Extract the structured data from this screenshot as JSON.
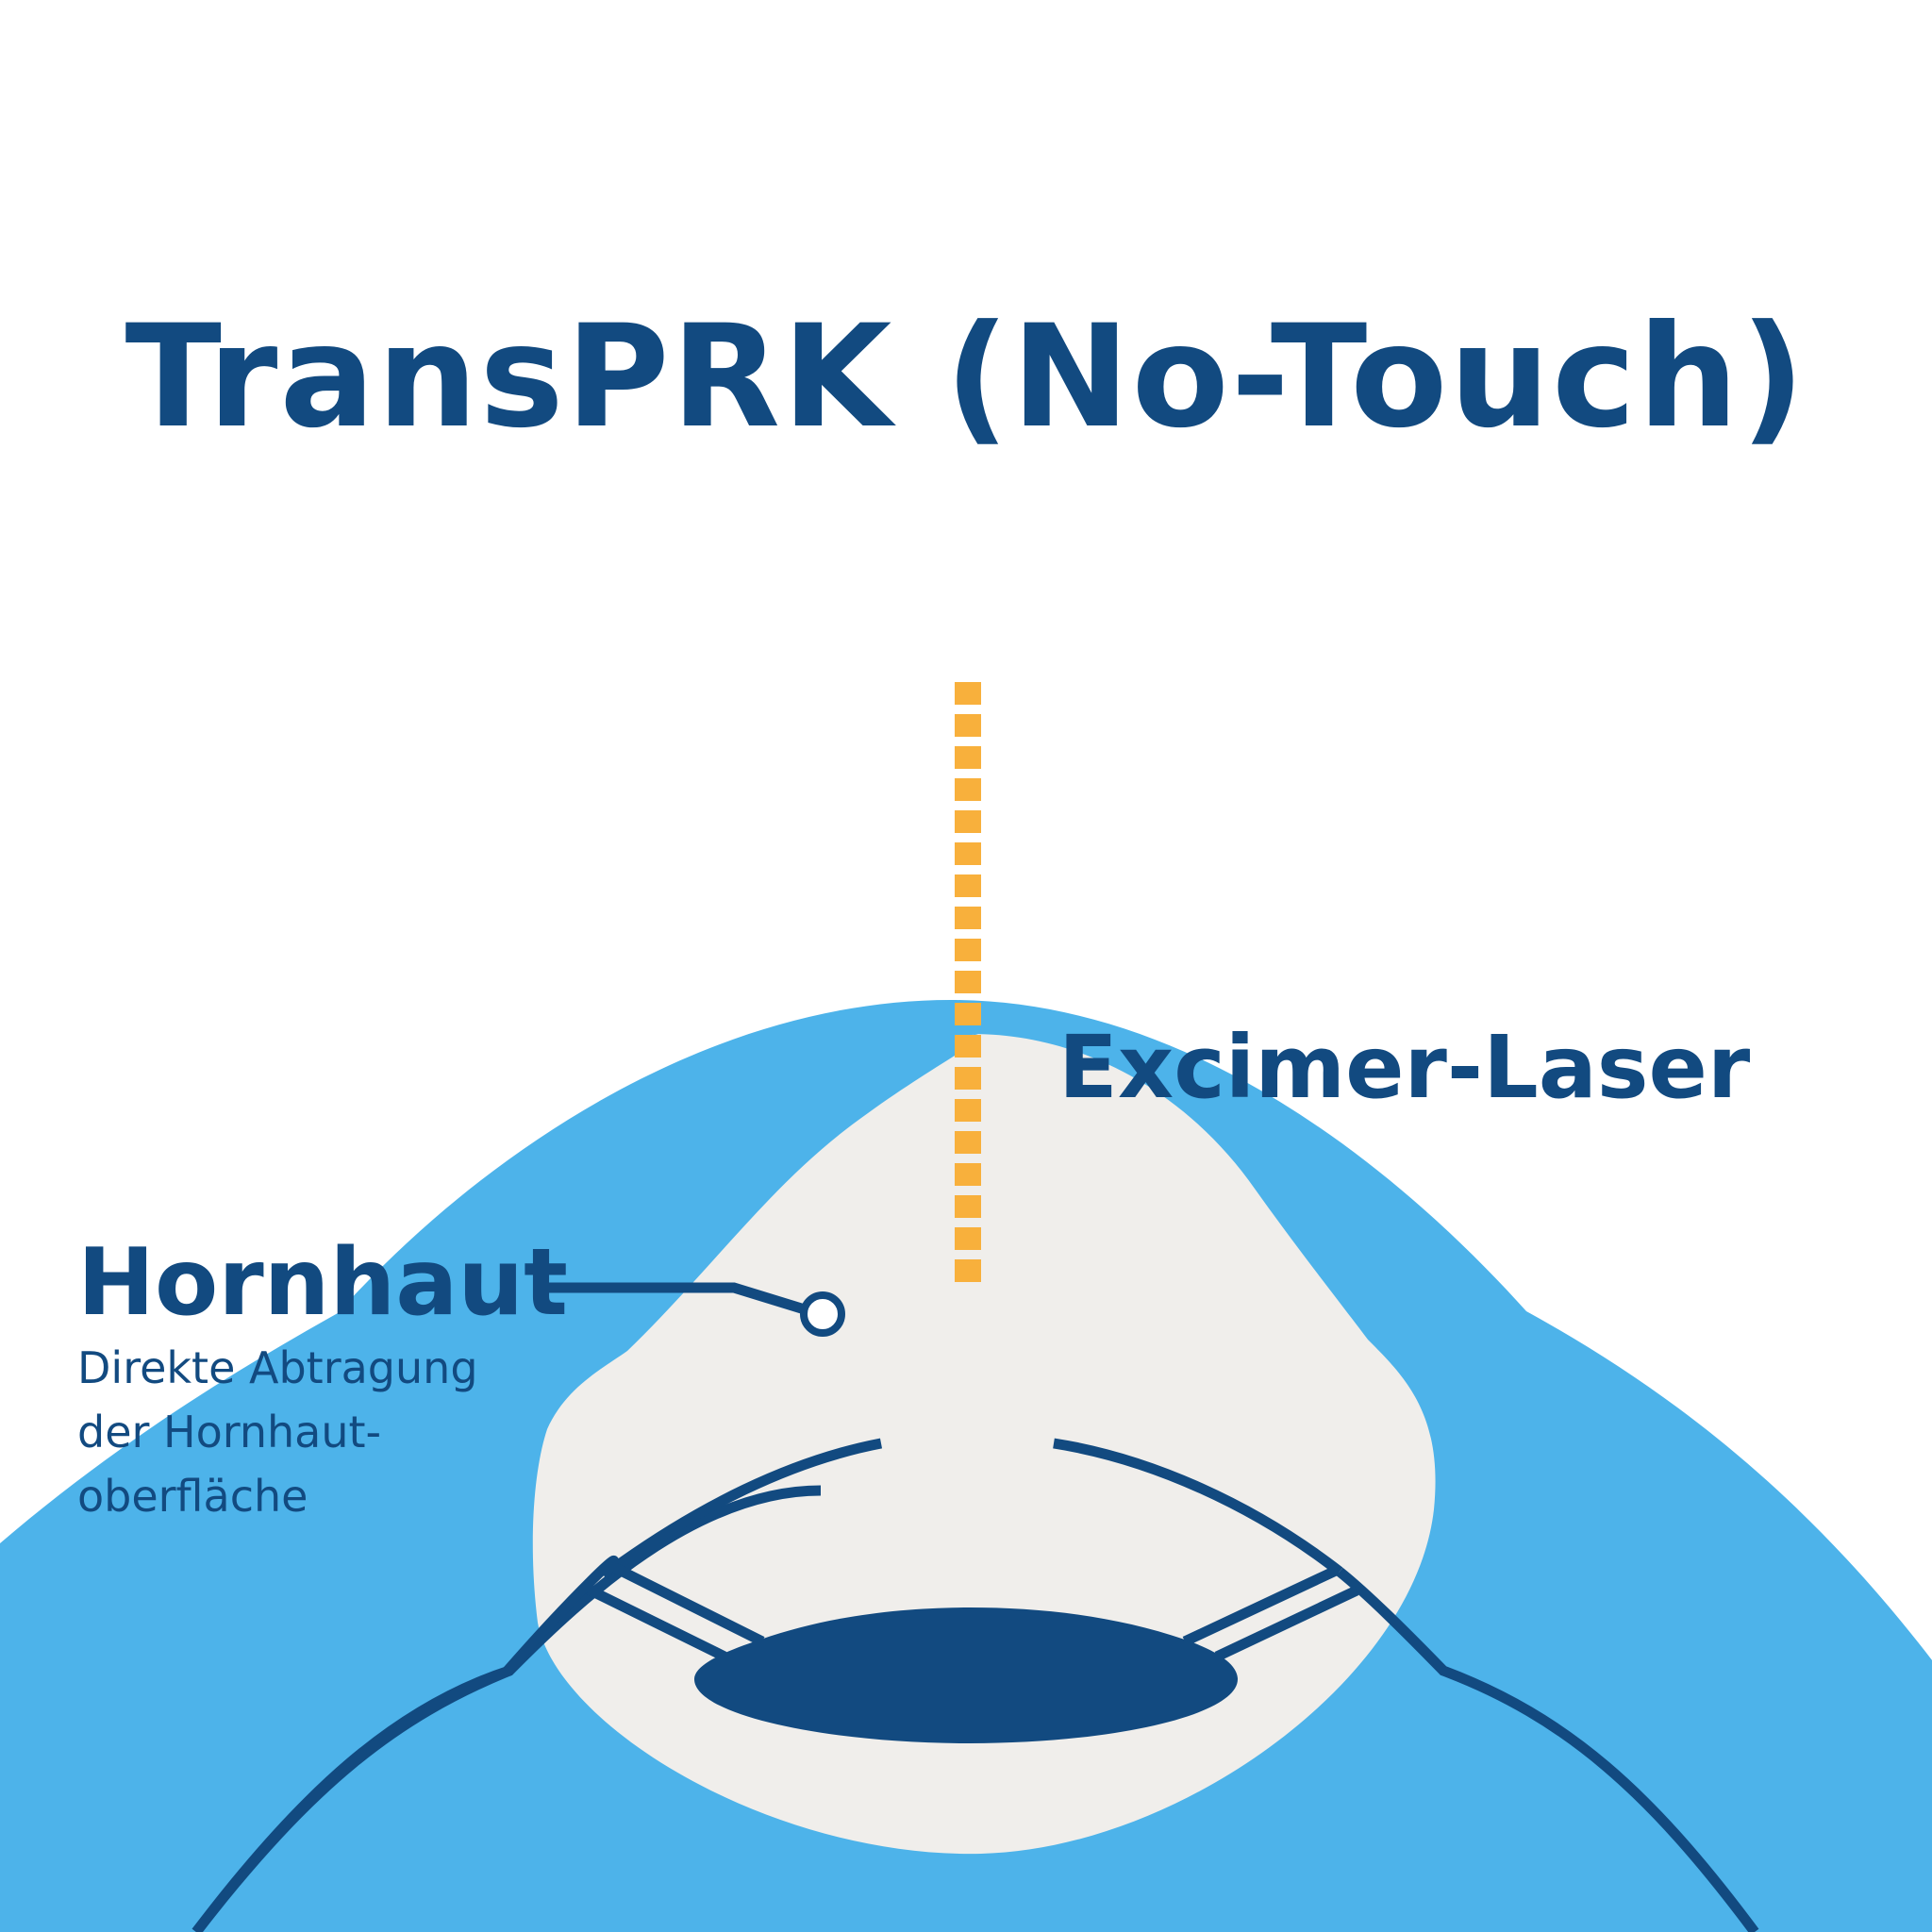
{
  "title": "TransPRK (No-Touch)",
  "laser": {
    "label": "Excimer-Laser"
  },
  "cornea": {
    "label": "Hornhaut",
    "description_lines": [
      "Direkte Abtragung",
      "der Hornhaut-",
      "oberfläche"
    ]
  },
  "colors": {
    "primary": "#124a80",
    "cornea_blue": "#4db3ea",
    "laser_orange": "#f8b03c",
    "eye_interior": "#f0eeeb",
    "background": "#ffffff"
  }
}
